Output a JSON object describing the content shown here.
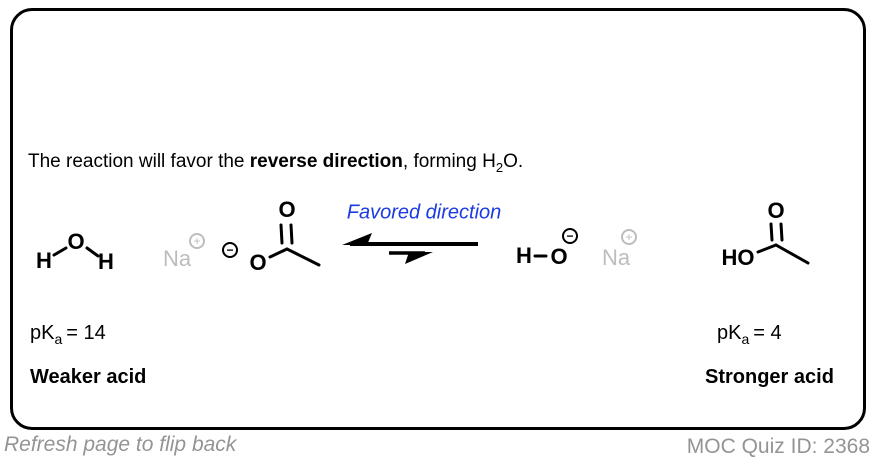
{
  "colors": {
    "accent_blue": "#1c3be0",
    "ion_gray": "#bdbdbd",
    "footer_gray": "#949494",
    "structure_black": "#000000"
  },
  "statement": {
    "prefix": "The reaction will favor the ",
    "emphasis": "reverse direction",
    "middle": ", forming H",
    "subscript": "2",
    "suffix": "O."
  },
  "scheme": {
    "favored_label": "Favored direction",
    "water": {
      "h_left": "H",
      "o": "O",
      "h_right": "H"
    },
    "sodium_left": {
      "symbol": "Na",
      "charge": "+"
    },
    "acetate": {
      "charge": "−",
      "o_anion": "O",
      "o_carbonyl": "O"
    },
    "hydroxide": {
      "h": "H",
      "o": "O",
      "charge": "−"
    },
    "sodium_right": {
      "symbol": "Na",
      "charge": "+"
    },
    "acetic_acid": {
      "ho": "HO",
      "o_carbonyl": "O"
    }
  },
  "pka_left": {
    "label": "pK",
    "sub": "a",
    "eq": "= 14",
    "strength": "Weaker acid"
  },
  "pka_right": {
    "label": "pK",
    "sub": "a",
    "eq": "= 4",
    "strength": "Stronger acid"
  },
  "footer": {
    "left": "Refresh page to flip back",
    "right": "MOC Quiz ID: 2368"
  }
}
